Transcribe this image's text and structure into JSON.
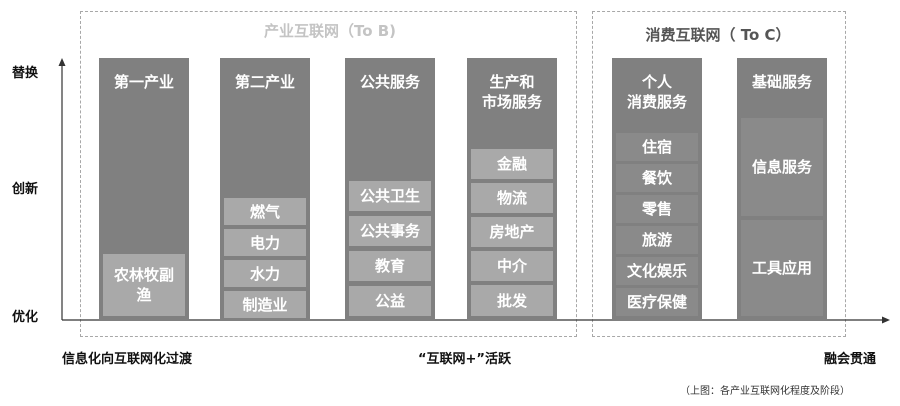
{
  "groups": {
    "b": {
      "title": "产业互联网（To B)"
    },
    "c": {
      "title": "消费互联网（ To C）"
    }
  },
  "y_axis": {
    "top": "替换",
    "middle": "创新",
    "bottom": "优化"
  },
  "x_axis": {
    "left": "信息化向互联网化过渡",
    "middle": "“互联网+”活跃",
    "right": "融会贯通"
  },
  "caption": "（上图：各产业互联网化程度及阶段）",
  "columns": {
    "c1": {
      "title": "第一产业",
      "items": [
        "农林牧副渔"
      ]
    },
    "c2": {
      "title": "第二产业",
      "items": [
        "燃气",
        "电力",
        "水力",
        "制造业"
      ]
    },
    "c3": {
      "title": "公共服务",
      "items": [
        "公共卫生",
        "公共事务",
        "教育",
        "公益"
      ]
    },
    "c4": {
      "title_line1": "生产和",
      "title_line2": "市场服务",
      "items": [
        "金融",
        "物流",
        "房地产",
        "中介",
        "批发"
      ]
    },
    "c5": {
      "title_line1": "个人",
      "title_line2": "消费服务",
      "items": [
        "住宿",
        "餐饮",
        "零售",
        "旅游",
        "文化娱乐",
        "医疗保健"
      ]
    },
    "c6": {
      "title": "基础服务",
      "items": [
        "信息服务",
        "工具应用"
      ]
    }
  },
  "colors": {
    "column": "#808080",
    "cell": "#a9a9a9",
    "border": "#a8a8a8",
    "axis": "#333333"
  },
  "icons": {
    "y_arrow": "arrow-up-icon",
    "x_arrow": "arrow-right-icon"
  }
}
